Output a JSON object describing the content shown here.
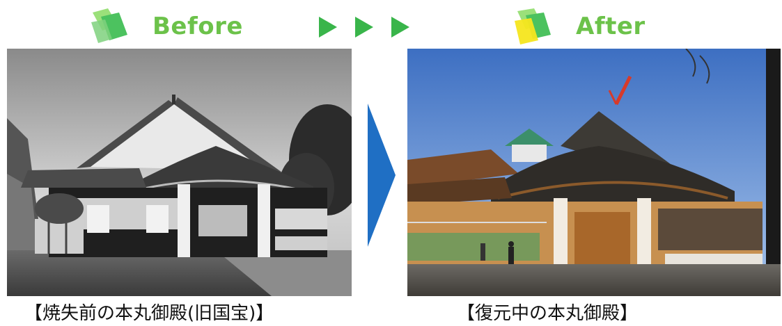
{
  "before": {
    "heading": "Before",
    "caption": "【焼失前の本丸御殿(旧国宝)】"
  },
  "after": {
    "heading": "After",
    "caption": "【復元中の本丸御殿】"
  },
  "colors": {
    "heading_green": "#6cc24a",
    "arrow_green": "#39b54a",
    "transition_blue": "#1f6fc4",
    "after_icon_yellow": "#f5e61e"
  },
  "icons": {
    "before_marker": "green-diamond-icon",
    "after_marker": "yellow-diamond-icon",
    "progress": "triple-play-arrow-icon",
    "transition": "blue-chevron-arrow-icon"
  }
}
